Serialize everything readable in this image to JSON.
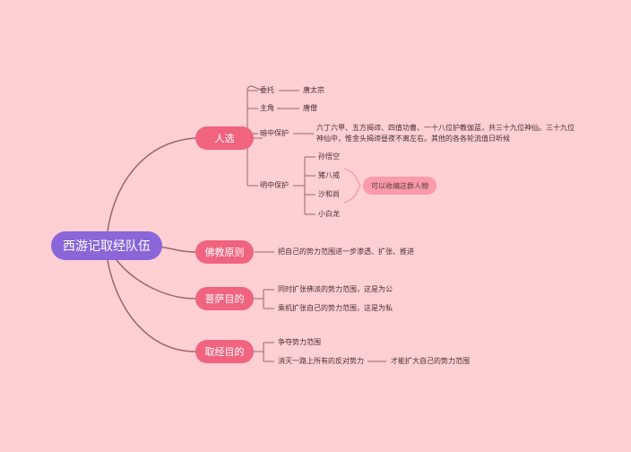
{
  "colors": {
    "background": "#fecfd3",
    "root": "#8a66d9",
    "branch": "#f0647f",
    "summary": "#fa9ba7",
    "line": "#9f6469"
  },
  "root": {
    "label": "西游记取经队伍"
  },
  "branches": [
    {
      "label": "人选",
      "children": [
        {
          "label": "委托",
          "child": "唐太宗"
        },
        {
          "label": "主角",
          "child": "唐僧"
        },
        {
          "label": "暗中保护",
          "child": "六丁六甲、五方揭谛、四值功曹、一十八位护教伽蓝，共三十九位神仙。三十九位神仙中，惟金头揭谛昼夜不离左右。其他的各各轮流值日听候"
        },
        {
          "label": "明中保护",
          "children": [
            "孙悟空",
            "猪八戒",
            "沙和尚",
            "小白龙"
          ],
          "summary": "可以收编这群人物"
        }
      ]
    },
    {
      "label": "佛教原则",
      "children": [
        {
          "label": "把自己的势力范围进一步渗透、扩张、推进"
        }
      ]
    },
    {
      "label": "菩萨目的",
      "children": [
        {
          "label": "同时扩张佛派的势力范围，这是为公"
        },
        {
          "label": "乘机扩张自己的势力范围，这是为私"
        }
      ]
    },
    {
      "label": "取经目的",
      "children": [
        {
          "label": "争夺势力范围"
        },
        {
          "label": "消灭一路上所有的反对势力",
          "child": "才能扩大自己的势力范围"
        }
      ]
    }
  ]
}
